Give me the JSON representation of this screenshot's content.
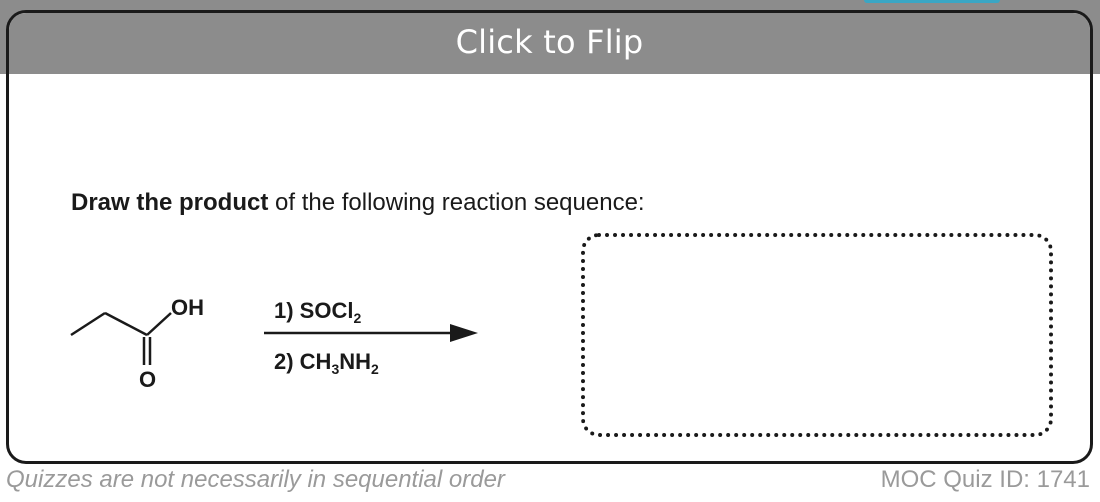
{
  "flip": {
    "label": "Click to Flip"
  },
  "question": {
    "bold": "Draw the product",
    "rest": " of the following reaction sequence:"
  },
  "molecule": {
    "hydroxyl_label": "OH",
    "carbonyl_label": "O"
  },
  "reagents": {
    "step1_prefix": "1) SOCl",
    "step1_sub": "2",
    "step2_prefix": "2) CH",
    "step2_sub1": "3",
    "step2_mid": "NH",
    "step2_sub2": "2"
  },
  "footer": {
    "note": "Quizzes are not necessarily in sequential order",
    "quiz_id": "MOC Quiz ID: 1741"
  },
  "colors": {
    "bar": "#8c8c8c",
    "tab_accent": "#3aa6c4",
    "footer_text": "#9a9a9a"
  }
}
